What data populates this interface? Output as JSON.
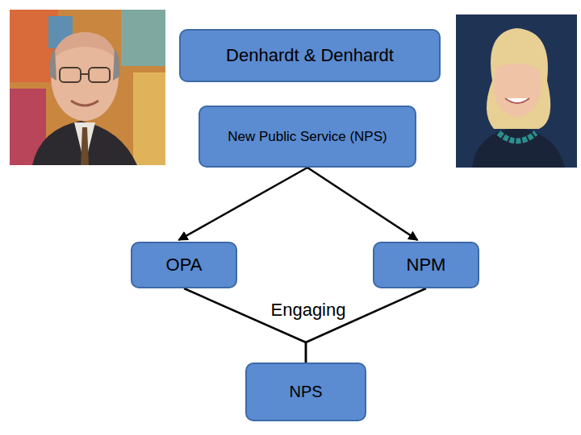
{
  "diagram": {
    "nodes": [
      {
        "text": [
          "Denhardt & Denhardt"
        ]
      },
      {
        "text": [
          "New Public Service (NPS)"
        ]
      },
      {
        "text": [
          "OPA"
        ]
      },
      {
        "text": [
          "NPM"
        ]
      },
      {
        "text": [
          "NPS"
        ]
      }
    ],
    "edges": [
      {
        "from": 1,
        "to": 2,
        "arrow": "to"
      },
      {
        "from": 1,
        "to": 3,
        "arrow": "to"
      },
      {
        "from": 2,
        "to": 4,
        "arrow": "none"
      },
      {
        "from": 3,
        "to": 4,
        "arrow": "none"
      }
    ],
    "labels": [
      "Engaging"
    ]
  }
}
